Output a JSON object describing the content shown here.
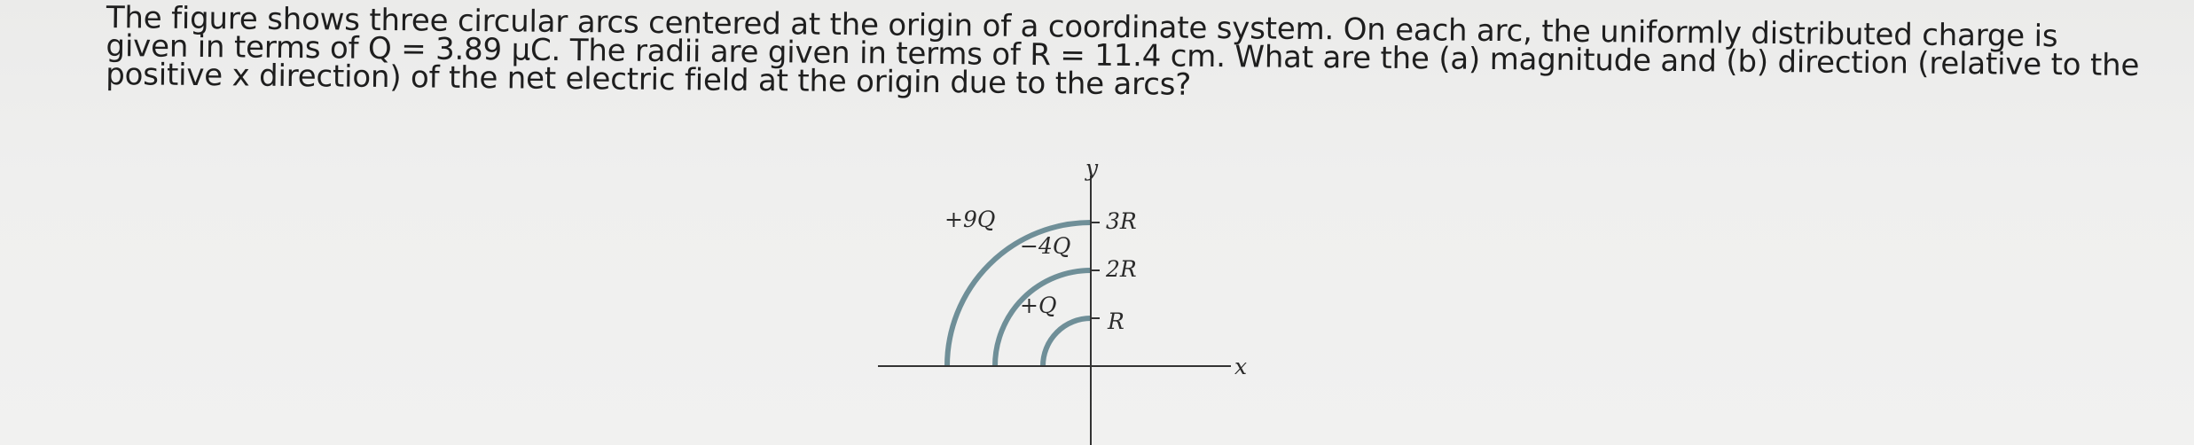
{
  "question": {
    "lines": [
      "The figure shows three circular arcs centered at the origin of a coordinate system. On each arc, the uniformly distributed charge is",
      "given in terms of Q = 3.89 μC. The radii are given in terms of R = 11.4 cm. What are the (a) magnitude and (b) direction (relative to the",
      "positive x direction) of the net electric field at the origin due to the arcs?"
    ]
  },
  "figure": {
    "axis_y_label": "y",
    "axis_x_label": "x",
    "arcs": [
      {
        "charge": "+9Q",
        "radius": "3R"
      },
      {
        "charge": "−4Q",
        "radius": "2R"
      },
      {
        "charge": "+Q",
        "radius": "R"
      }
    ],
    "colors": {
      "arc": "#6f8f98",
      "axis": "#333333",
      "text": "#1e1e1e"
    }
  }
}
